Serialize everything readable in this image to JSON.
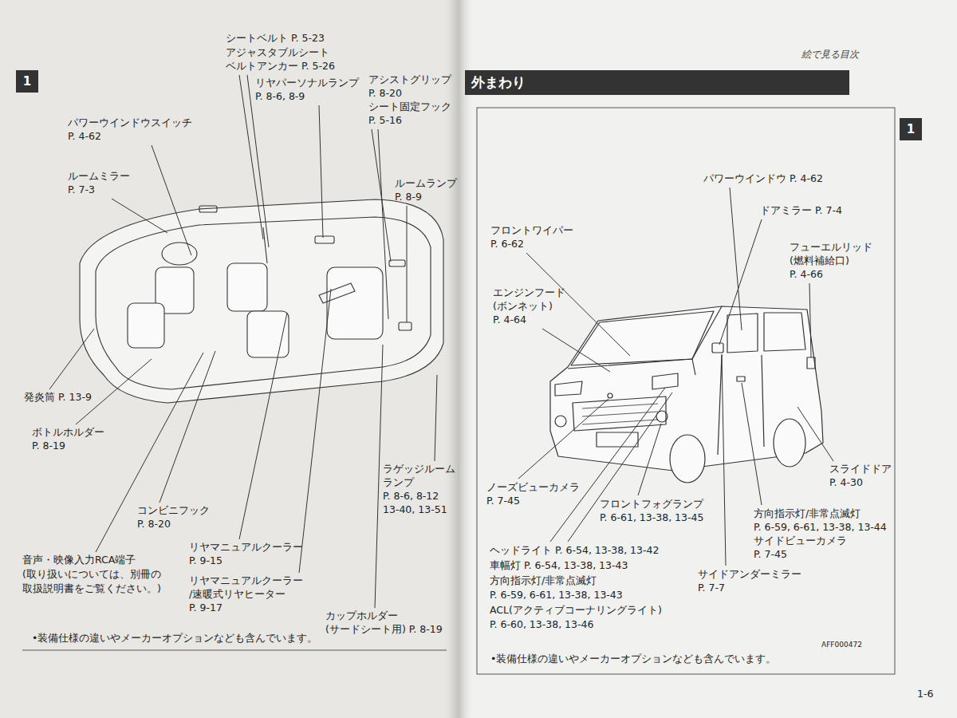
{
  "diagram": {
    "title": "絵で見る目次",
    "nodes": [
      {
        "text": [
          "1"
        ]
      },
      {
        "text": [
          "外まわり"
        ]
      },
      {
        "text": [
          "1"
        ]
      }
    ],
    "labels": [
      "シートベルト P. 5-23",
      "アジャスタブルシート",
      "ベルトアンカー P. 5-26",
      "リヤパーソナルランプ",
      "P. 8-6, 8-9",
      "アシストグリップ",
      "P. 8-20",
      "シート固定フック",
      "P. 5-16",
      "パワーウインドウスイッチ",
      "P. 4-62",
      "ルームミラー",
      "P. 7-3",
      "ルームランプ",
      "P. 8-9",
      "発炎筒 P. 13-9",
      "ボトルホルダー",
      "P. 8-19",
      "コンビニフック",
      "P. 8-20",
      "ラゲッジルーム",
      "ランプ",
      "P. 8-6, 8-12",
      "13-40, 13-51",
      "リヤマニュアルクーラー",
      "P. 9-15",
      "リヤマニュアルクーラー",
      "/速暖式リヤヒーター",
      "P. 9-17",
      "音声・映像入力RCA端子",
      "(取り扱いについては、別冊の",
      "取扱説明書をご覧ください。)",
      "カップホルダー",
      "(サードシート用) P. 8-19",
      "•装備仕様の違いやメーカーオプションなども含んでいます。",
      "パワーウインドウ P. 4-62",
      "ドアミラー P. 7-4",
      "フロントワイパー",
      "P. 6-62",
      "フューエルリッド",
      "(燃料補給口)",
      "P. 4-66",
      "エンジンフード",
      "(ボンネット)",
      "P. 4-64",
      "スライドドア",
      "P. 4-30",
      "ノーズビューカメラ",
      "P. 7-45",
      "フロントフォグランプ",
      "P. 6-61, 13-38, 13-45",
      "方向指示灯/非常点滅灯",
      "P. 6-59, 6-61, 13-38, 13-44",
      "サイドビューカメラ",
      "P. 7-45",
      "ヘッドライト P. 6-54, 13-38, 13-42",
      "車幅灯 P. 6-54, 13-38, 13-43",
      "方向指示灯/非常点滅灯",
      "P. 6-59, 6-61, 13-38, 13-43",
      "ACL(アクティブコーナリングライト)",
      "P. 6-60, 13-38, 13-46",
      "サイドアンダーミラー",
      "P. 7-7",
      "•装備仕様の違いやメーカーオプションなども含んでいます。",
      "AFF000472",
      "1-6"
    ]
  }
}
